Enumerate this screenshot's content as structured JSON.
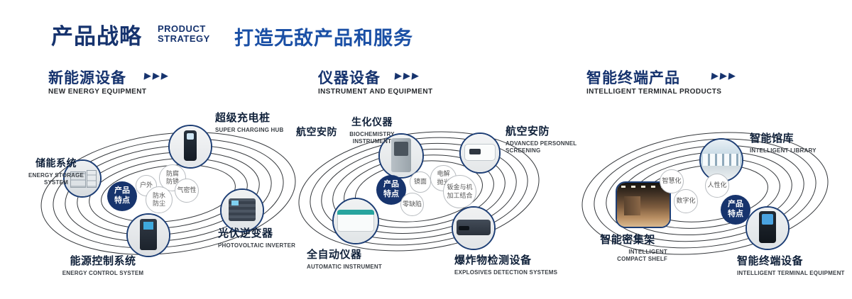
{
  "header": {
    "title": "产品战略",
    "subtitle_line1": "PRODUCT",
    "subtitle_line2": "STRATEGY",
    "tagline": "打造无敌产品和服务"
  },
  "arrow_icon": "▶▶▶",
  "badge_label": "产品特点",
  "colors": {
    "navy": "#16336e",
    "blue": "#1a4fa5",
    "badge": "#17346d"
  },
  "sections": {
    "new_energy": {
      "title": "新能源设备",
      "subtitle": "NEW ENERGY EQUIPMENT",
      "products": {
        "storage": {
          "cn": "储能系统",
          "en": "ENERGY STORAGE SYSTEM"
        },
        "charging": {
          "cn": "超级充电桩",
          "en": "SUPER CHARGING HUB"
        },
        "inverter": {
          "cn": "光伏逆变器",
          "en": "PHOTOVOLTAIC INVERTER"
        },
        "control": {
          "cn": "能源控制系统",
          "en": "ENERGY CONTROL SYSTEM"
        }
      },
      "features": {
        "outdoor": "户外",
        "anti_corrosion": "防腐防锈",
        "airtight": "气密性",
        "waterproof": "防水防尘"
      }
    },
    "instrument": {
      "title": "仪器设备",
      "subtitle": "INSTRUMENT AND EQUIPMENT",
      "products": {
        "aviation_security": {
          "cn": "航空安防"
        },
        "biochem": {
          "cn": "生化仪器",
          "en": "BIOCHEMISTRY INSTRUMENT"
        },
        "screening": {
          "cn": "航空安防",
          "en": "ADVANCED PERSONNEL SCREENING"
        },
        "automatic": {
          "cn": "全自动仪器",
          "en": "AUTOMATIC INSTRUMENT"
        },
        "explosives": {
          "cn": "爆炸物检测设备",
          "en": "EXPLOSIVES DETECTION SYSTEMS"
        }
      },
      "features": {
        "mirror": "镜面",
        "electro_polish": "电解抛光",
        "zero_defect": "零缺陷",
        "sheet_metal": "钣金与机加工结合"
      }
    },
    "terminal": {
      "title": "智能终端产品",
      "subtitle": "INTELLIGENT TERMINAL PRODUCTS",
      "products": {
        "library": {
          "cn": "智能馆库",
          "en": "INTELLIGENT LIBRARY"
        },
        "shelf": {
          "cn": "智能密集架",
          "en": "INTELLIGENT COMPACT SHELF"
        },
        "terminal_eq": {
          "cn": "智能终端设备",
          "en": "INTELLIGENT TERMINAL EQUIPMENT"
        }
      },
      "features": {
        "smart": "智慧化",
        "human": "人性化",
        "digital": "数字化"
      }
    }
  }
}
